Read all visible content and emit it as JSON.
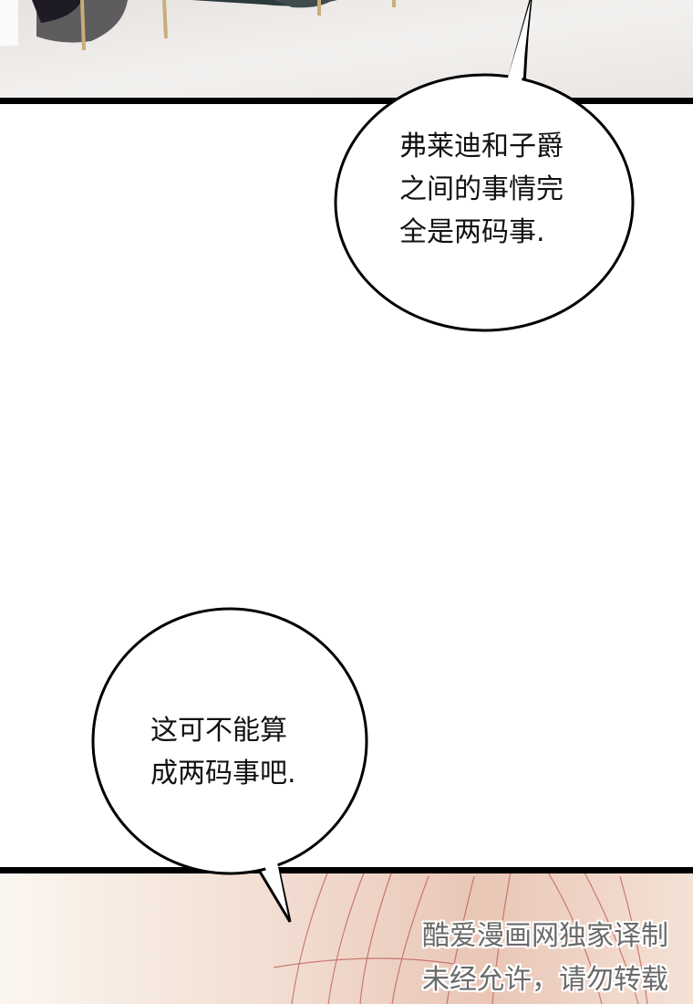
{
  "bubbles": [
    {
      "lines": [
        "弗莱迪和子爵",
        "之间的事情完",
        "全是两码事."
      ]
    },
    {
      "lines": [
        "这可不能算",
        "成两码事吧."
      ]
    }
  ],
  "watermark": {
    "lines": [
      "酷爱漫画网独家译制",
      "未经允许，请勿转载"
    ]
  },
  "colors": {
    "border": "#000000",
    "floor": "#ece9e6",
    "hair": "#e6b8a8"
  }
}
